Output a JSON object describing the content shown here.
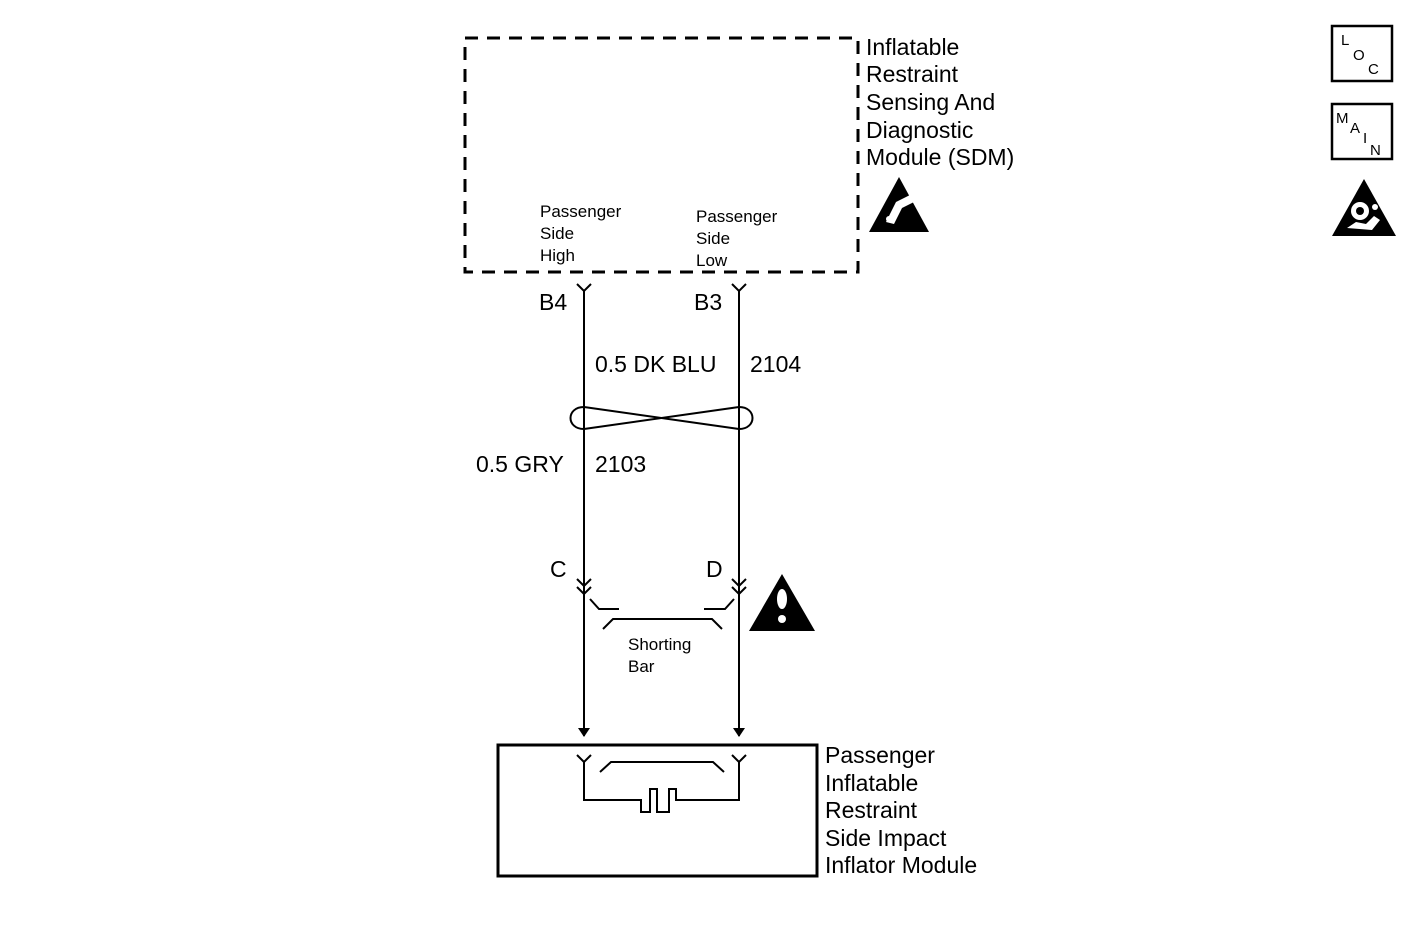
{
  "sdm": {
    "title_lines": [
      "Inflatable",
      "Restraint",
      "Sensing And",
      "Diagnostic",
      "Module (SDM)"
    ],
    "pin_high_lines": [
      "Passenger",
      "Side",
      "High"
    ],
    "pin_low_lines": [
      "Passenger",
      "Side",
      "Low"
    ]
  },
  "connectors": {
    "sdm_high": "B4",
    "sdm_low": "B3",
    "module_high": "C",
    "module_low": "D"
  },
  "wires": {
    "blue": {
      "label": "0.5 DK BLU",
      "circuit": "2104"
    },
    "gray": {
      "label": "0.5 GRY",
      "circuit": "2103"
    }
  },
  "shorting_bar": {
    "lines": [
      "Shorting",
      "Bar"
    ]
  },
  "module": {
    "title_lines": [
      "Passenger",
      "Inflatable",
      "Restraint",
      "Side Impact",
      "Inflator Module"
    ]
  },
  "icons": {
    "loc": {
      "letters": [
        "L",
        "O",
        "C"
      ]
    },
    "main": {
      "letters": [
        "M",
        "A",
        "I",
        "N"
      ]
    },
    "esd": "esd-sensitive-icon",
    "airbag": "airbag-warning-icon",
    "caution": "caution-icon"
  }
}
